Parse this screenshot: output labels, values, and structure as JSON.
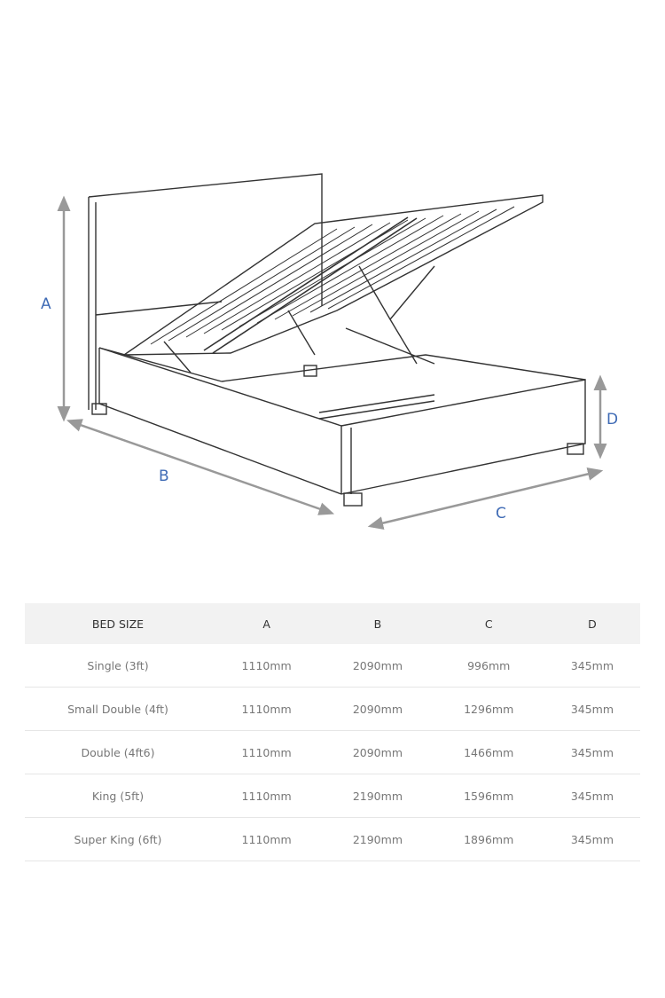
{
  "diagram": {
    "labels": {
      "a": "A",
      "b": "B",
      "c": "C",
      "d": "D"
    },
    "label_color": "#3f6bb5"
  },
  "table": {
    "headers": [
      "BED SIZE",
      "A",
      "B",
      "C",
      "D"
    ],
    "rows": [
      [
        "Single (3ft)",
        "1110mm",
        "2090mm",
        "996mm",
        "345mm"
      ],
      [
        "Small Double (4ft)",
        "1110mm",
        "2090mm",
        "1296mm",
        "345mm"
      ],
      [
        "Double (4ft6)",
        "1110mm",
        "2090mm",
        "1466mm",
        "345mm"
      ],
      [
        "King (5ft)",
        "1110mm",
        "2190mm",
        "1596mm",
        "345mm"
      ],
      [
        "Super King (6ft)",
        "1110mm",
        "2190mm",
        "1896mm",
        "345mm"
      ]
    ]
  }
}
